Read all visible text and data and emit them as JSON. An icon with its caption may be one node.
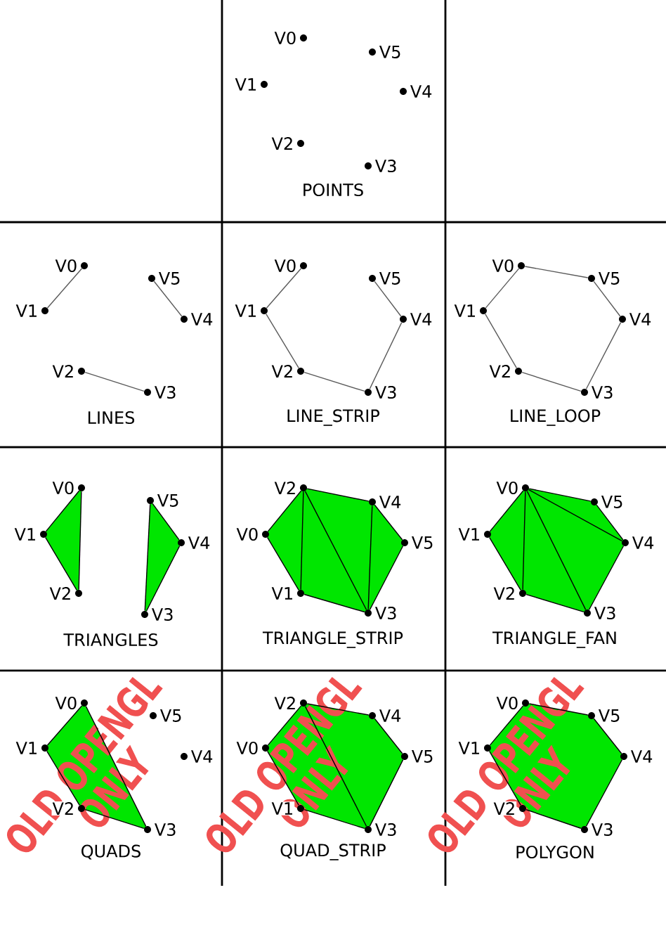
{
  "diagram": {
    "nodes": [
      {
        "text": [
          "V0"
        ]
      },
      {
        "text": [
          "V1"
        ]
      },
      {
        "text": [
          "V2"
        ]
      },
      {
        "text": [
          "V3"
        ]
      },
      {
        "text": [
          "V4"
        ]
      },
      {
        "text": [
          "V5"
        ]
      },
      {
        "text": [
          "V0"
        ]
      },
      {
        "text": [
          "V1"
        ]
      },
      {
        "text": [
          "V2"
        ]
      },
      {
        "text": [
          "V3"
        ]
      },
      {
        "text": [
          "V4"
        ]
      },
      {
        "text": [
          "V5"
        ]
      },
      {
        "text": [
          "V0"
        ]
      },
      {
        "text": [
          "V1"
        ]
      },
      {
        "text": [
          "V2"
        ]
      },
      {
        "text": [
          "V3"
        ]
      },
      {
        "text": [
          "V4"
        ]
      },
      {
        "text": [
          "V5"
        ]
      },
      {
        "text": [
          "V0"
        ]
      },
      {
        "text": [
          "V1"
        ]
      },
      {
        "text": [
          "V2"
        ]
      },
      {
        "text": [
          "V3"
        ]
      },
      {
        "text": [
          "V4"
        ]
      },
      {
        "text": [
          "V5"
        ]
      },
      {
        "text": [
          "V0"
        ]
      },
      {
        "text": [
          "V1"
        ]
      },
      {
        "text": [
          "V2"
        ]
      },
      {
        "text": [
          "V3"
        ]
      },
      {
        "text": [
          "V4"
        ]
      },
      {
        "text": [
          "V5"
        ]
      },
      {
        "text": [
          "V0"
        ]
      },
      {
        "text": [
          "V1"
        ]
      },
      {
        "text": [
          "V2"
        ]
      },
      {
        "text": [
          "V3"
        ]
      },
      {
        "text": [
          "V4"
        ]
      },
      {
        "text": [
          "V5"
        ]
      },
      {
        "text": [
          "V0"
        ]
      },
      {
        "text": [
          "V1"
        ]
      },
      {
        "text": [
          "V2"
        ]
      },
      {
        "text": [
          "V3"
        ]
      },
      {
        "text": [
          "V4"
        ]
      },
      {
        "text": [
          "V5"
        ]
      },
      {
        "text": [
          "V0"
        ]
      },
      {
        "text": [
          "V1"
        ]
      },
      {
        "text": [
          "V2"
        ]
      },
      {
        "text": [
          "V3"
        ]
      },
      {
        "text": [
          "V4"
        ]
      },
      {
        "text": [
          "V5"
        ]
      },
      {
        "text": [
          "V0"
        ]
      },
      {
        "text": [
          "V1"
        ]
      },
      {
        "text": [
          "V2"
        ]
      },
      {
        "text": [
          "V3"
        ]
      },
      {
        "text": [
          "V4"
        ]
      },
      {
        "text": [
          "V5"
        ]
      },
      {
        "text": [
          "V0"
        ]
      },
      {
        "text": [
          "V1"
        ]
      },
      {
        "text": [
          "V2"
        ]
      },
      {
        "text": [
          "V3"
        ]
      },
      {
        "text": [
          "V4"
        ]
      },
      {
        "text": [
          "V5"
        ]
      }
    ],
    "edges": [
      {
        "from": 6,
        "to": 7,
        "arrow": "none",
        "color": "#5a5a5a"
      },
      {
        "from": 8,
        "to": 9,
        "arrow": "none",
        "color": "#5a5a5a"
      },
      {
        "from": 10,
        "to": 11,
        "arrow": "none",
        "color": "#5a5a5a"
      },
      {
        "from": 12,
        "to": 13,
        "arrow": "none",
        "color": "#5a5a5a"
      },
      {
        "from": 13,
        "to": 14,
        "arrow": "none",
        "color": "#5a5a5a"
      },
      {
        "from": 14,
        "to": 15,
        "arrow": "none",
        "color": "#5a5a5a"
      },
      {
        "from": 15,
        "to": 16,
        "arrow": "none",
        "color": "#5a5a5a"
      },
      {
        "from": 16,
        "to": 17,
        "arrow": "none",
        "color": "#5a5a5a"
      },
      {
        "from": 18,
        "to": 19,
        "arrow": "none",
        "color": "#5a5a5a"
      },
      {
        "from": 19,
        "to": 20,
        "arrow": "none",
        "color": "#5a5a5a"
      },
      {
        "from": 20,
        "to": 21,
        "arrow": "none",
        "color": "#5a5a5a"
      },
      {
        "from": 21,
        "to": 22,
        "arrow": "none",
        "color": "#5a5a5a"
      },
      {
        "from": 22,
        "to": 23,
        "arrow": "none",
        "color": "#5a5a5a"
      },
      {
        "from": 23,
        "to": 18,
        "arrow": "none",
        "color": "#5a5a5a"
      },
      {
        "from": 24,
        "to": 25,
        "arrow": "none"
      },
      {
        "from": 25,
        "to": 26,
        "arrow": "none"
      },
      {
        "from": 26,
        "to": 24,
        "arrow": "none"
      },
      {
        "from": 27,
        "to": 28,
        "arrow": "none"
      },
      {
        "from": 28,
        "to": 29,
        "arrow": "none"
      },
      {
        "from": 29,
        "to": 27,
        "arrow": "none"
      },
      {
        "from": 30,
        "to": 32,
        "arrow": "none"
      },
      {
        "from": 32,
        "to": 34,
        "arrow": "none"
      },
      {
        "from": 34,
        "to": 35,
        "arrow": "none"
      },
      {
        "from": 35,
        "to": 33,
        "arrow": "none"
      },
      {
        "from": 33,
        "to": 31,
        "arrow": "none"
      },
      {
        "from": 31,
        "to": 30,
        "arrow": "none"
      },
      {
        "from": 31,
        "to": 32,
        "arrow": "none"
      },
      {
        "from": 32,
        "to": 33,
        "arrow": "none"
      },
      {
        "from": 33,
        "to": 34,
        "arrow": "none"
      },
      {
        "from": 36,
        "to": 37,
        "arrow": "none"
      },
      {
        "from": 37,
        "to": 38,
        "arrow": "none"
      },
      {
        "from": 38,
        "to": 39,
        "arrow": "none"
      },
      {
        "from": 39,
        "to": 40,
        "arrow": "none"
      },
      {
        "from": 40,
        "to": 41,
        "arrow": "none"
      },
      {
        "from": 41,
        "to": 36,
        "arrow": "none"
      },
      {
        "from": 36,
        "to": 38,
        "arrow": "none"
      },
      {
        "from": 36,
        "to": 39,
        "arrow": "none"
      },
      {
        "from": 36,
        "to": 40,
        "arrow": "none"
      },
      {
        "from": 42,
        "to": 43,
        "arrow": "none"
      },
      {
        "from": 43,
        "to": 44,
        "arrow": "none"
      },
      {
        "from": 44,
        "to": 45,
        "arrow": "none"
      },
      {
        "from": 45,
        "to": 42,
        "arrow": "none"
      },
      {
        "from": 48,
        "to": 50,
        "arrow": "none"
      },
      {
        "from": 50,
        "to": 52,
        "arrow": "none"
      },
      {
        "from": 52,
        "to": 53,
        "arrow": "none"
      },
      {
        "from": 53,
        "to": 51,
        "arrow": "none"
      },
      {
        "from": 51,
        "to": 49,
        "arrow": "none"
      },
      {
        "from": 49,
        "to": 48,
        "arrow": "none"
      },
      {
        "from": 50,
        "to": 51,
        "arrow": "none"
      },
      {
        "from": 54,
        "to": 55,
        "arrow": "none"
      },
      {
        "from": 55,
        "to": 56,
        "arrow": "none"
      },
      {
        "from": 56,
        "to": 57,
        "arrow": "none"
      },
      {
        "from": 57,
        "to": 58,
        "arrow": "none"
      },
      {
        "from": 58,
        "to": 59,
        "arrow": "none"
      },
      {
        "from": 59,
        "to": 54,
        "arrow": "none"
      }
    ],
    "labels": [
      "POINTS",
      "LINES",
      "LINE_STRIP",
      "LINE_LOOP",
      "TRIANGLES",
      "TRIANGLE_STRIP",
      "TRIANGLE_FAN",
      "OLD OPENGL ONLY",
      "OLD OPENGL ONLY",
      "OLD OPENGL ONLY",
      "QUADS",
      "QUAD_STRIP",
      "POLYGON"
    ]
  }
}
